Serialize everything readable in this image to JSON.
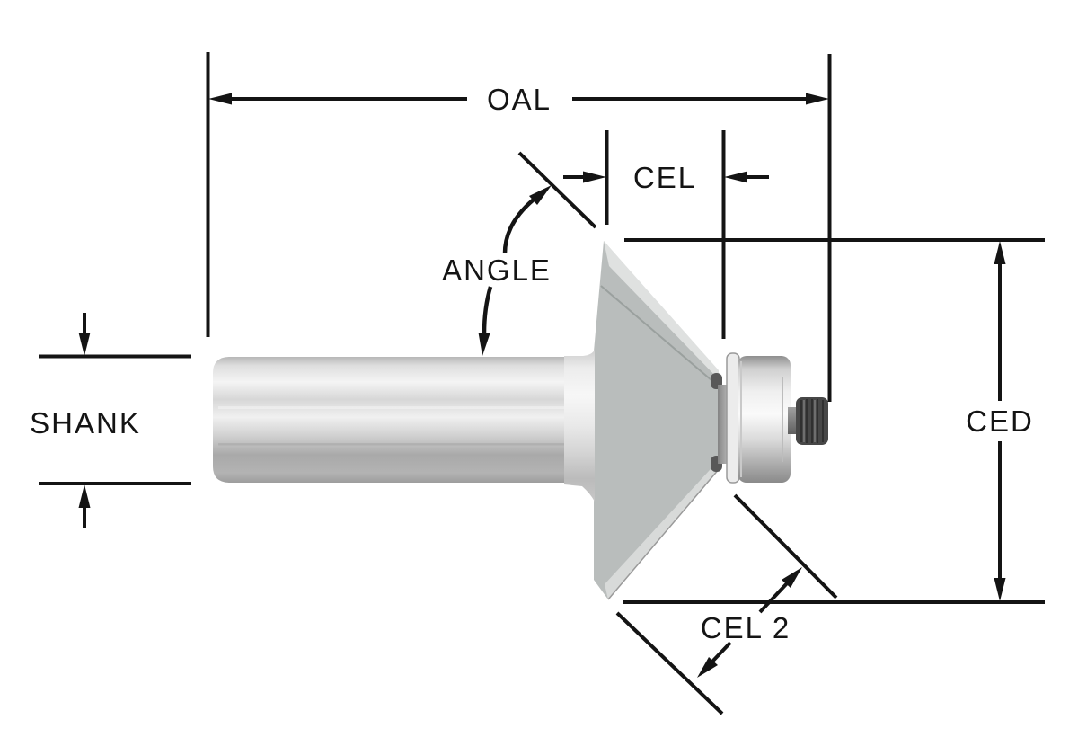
{
  "labels": {
    "oal": "OAL",
    "cel": "CEL",
    "angle": "ANGLE",
    "shank": "SHANK",
    "ced": "CED",
    "cel2": "CEL 2"
  },
  "colors": {
    "background": "#ffffff",
    "line": "#141414",
    "cutter_body": "#b9bdbc",
    "blade_highlight": "#dfe1e0",
    "bottom_flute_highlight": "#d8dad9",
    "washer": "#ececec",
    "nut": "#474747"
  }
}
